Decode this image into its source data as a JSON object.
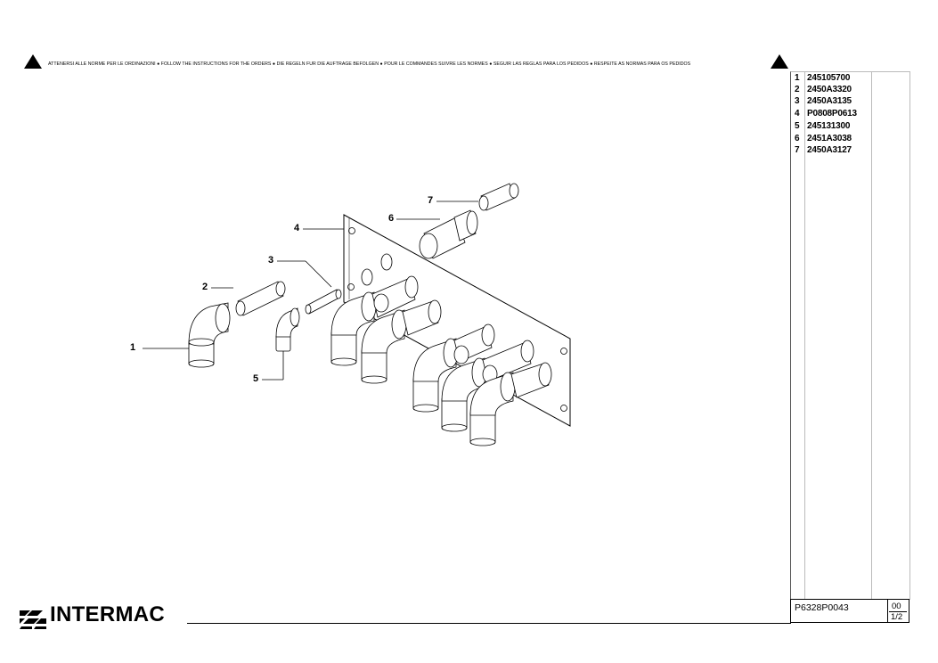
{
  "header": {
    "notice_text": "ATTENERSI ALLE NORME PER LE ORDINAZIONI ● FOLLOW THE INSTRUCTIONS FOR THE ORDERS ● DIE REGELN FUR DIE AUFTRAGE BEFOLGEN ● POUR LE COMMANDES SUIVRE LES NORMES ● SEGUIR LAS REGLAS PARA LOS PEDIDOS ● RESPEITE AS NORMAS PARA OS PEDIDOS"
  },
  "parts": [
    {
      "pos": "1",
      "code": "245105700"
    },
    {
      "pos": "2",
      "code": "2450A3320"
    },
    {
      "pos": "3",
      "code": "2450A3135"
    },
    {
      "pos": "4",
      "code": "P0808P0613"
    },
    {
      "pos": "5",
      "code": "245131300"
    },
    {
      "pos": "6",
      "code": "2451A3038"
    },
    {
      "pos": "7",
      "code": "2450A3127"
    }
  ],
  "callouts": [
    "1",
    "2",
    "3",
    "4",
    "5",
    "6",
    "7"
  ],
  "title_block": {
    "drawing_number": "P6328P0043",
    "revision": "00",
    "sheet": "1/2"
  },
  "logo": {
    "text": "INTERMAC"
  }
}
